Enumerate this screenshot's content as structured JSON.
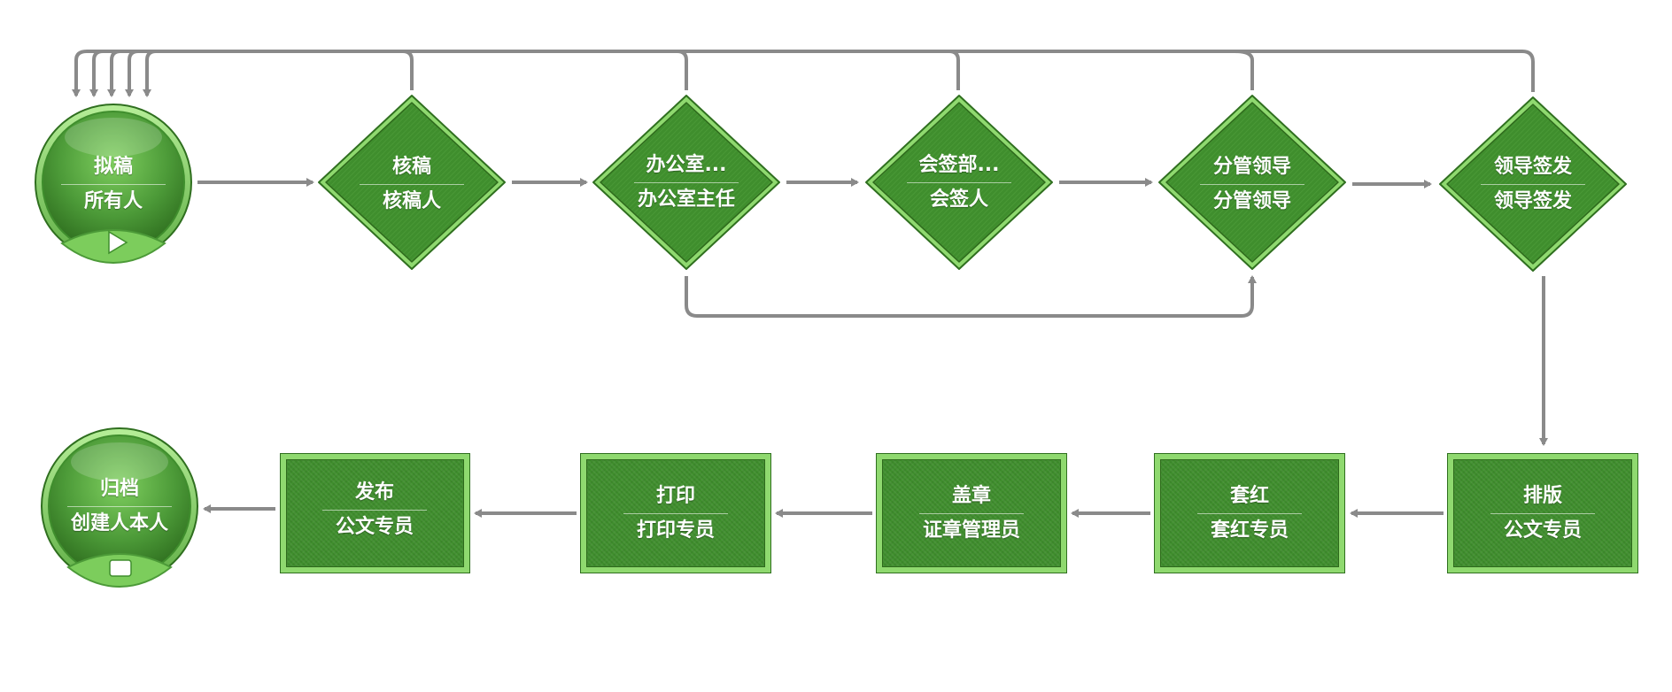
{
  "colors": {
    "node_fill": "#3f8e2d",
    "node_border": "#2f6f1f",
    "node_light": "#8fd96f",
    "arrow": "#8a8a8a",
    "text": "#ffffff"
  },
  "nodes": [
    {
      "id": "draft",
      "shape": "start-circle",
      "title": "拟稿",
      "role": "所有人"
    },
    {
      "id": "review",
      "shape": "diamond",
      "title": "核稿",
      "role": "核稿人"
    },
    {
      "id": "office",
      "shape": "diamond",
      "title": "办公室...",
      "role": "办公室主任"
    },
    {
      "id": "countersign",
      "shape": "diamond",
      "title": "会签部...",
      "role": "会签人"
    },
    {
      "id": "deputy",
      "shape": "diamond",
      "title": "分管领导",
      "role": "分管领导"
    },
    {
      "id": "leader",
      "shape": "diamond",
      "title": "领导签发",
      "role": "领导签发"
    },
    {
      "id": "typeset",
      "shape": "rect",
      "title": "排版",
      "role": "公文专员"
    },
    {
      "id": "redhead",
      "shape": "rect",
      "title": "套红",
      "role": "套红专员"
    },
    {
      "id": "seal",
      "shape": "rect",
      "title": "盖章",
      "role": "证章管理员"
    },
    {
      "id": "print",
      "shape": "rect",
      "title": "打印",
      "role": "打印专员"
    },
    {
      "id": "publish",
      "shape": "rect",
      "title": "发布",
      "role": "公文专员"
    },
    {
      "id": "archive",
      "shape": "end-circle",
      "title": "归档",
      "role": "创建人本人"
    }
  ],
  "edges": [
    [
      "draft",
      "review"
    ],
    [
      "review",
      "office"
    ],
    [
      "office",
      "countersign"
    ],
    [
      "countersign",
      "deputy"
    ],
    [
      "deputy",
      "leader"
    ],
    [
      "office",
      "deputy"
    ],
    [
      "leader",
      "typeset"
    ],
    [
      "typeset",
      "redhead"
    ],
    [
      "redhead",
      "seal"
    ],
    [
      "seal",
      "print"
    ],
    [
      "print",
      "publish"
    ],
    [
      "publish",
      "archive"
    ],
    [
      "review",
      "draft"
    ],
    [
      "office",
      "draft"
    ],
    [
      "countersign",
      "draft"
    ],
    [
      "deputy",
      "draft"
    ],
    [
      "leader",
      "draft"
    ]
  ]
}
